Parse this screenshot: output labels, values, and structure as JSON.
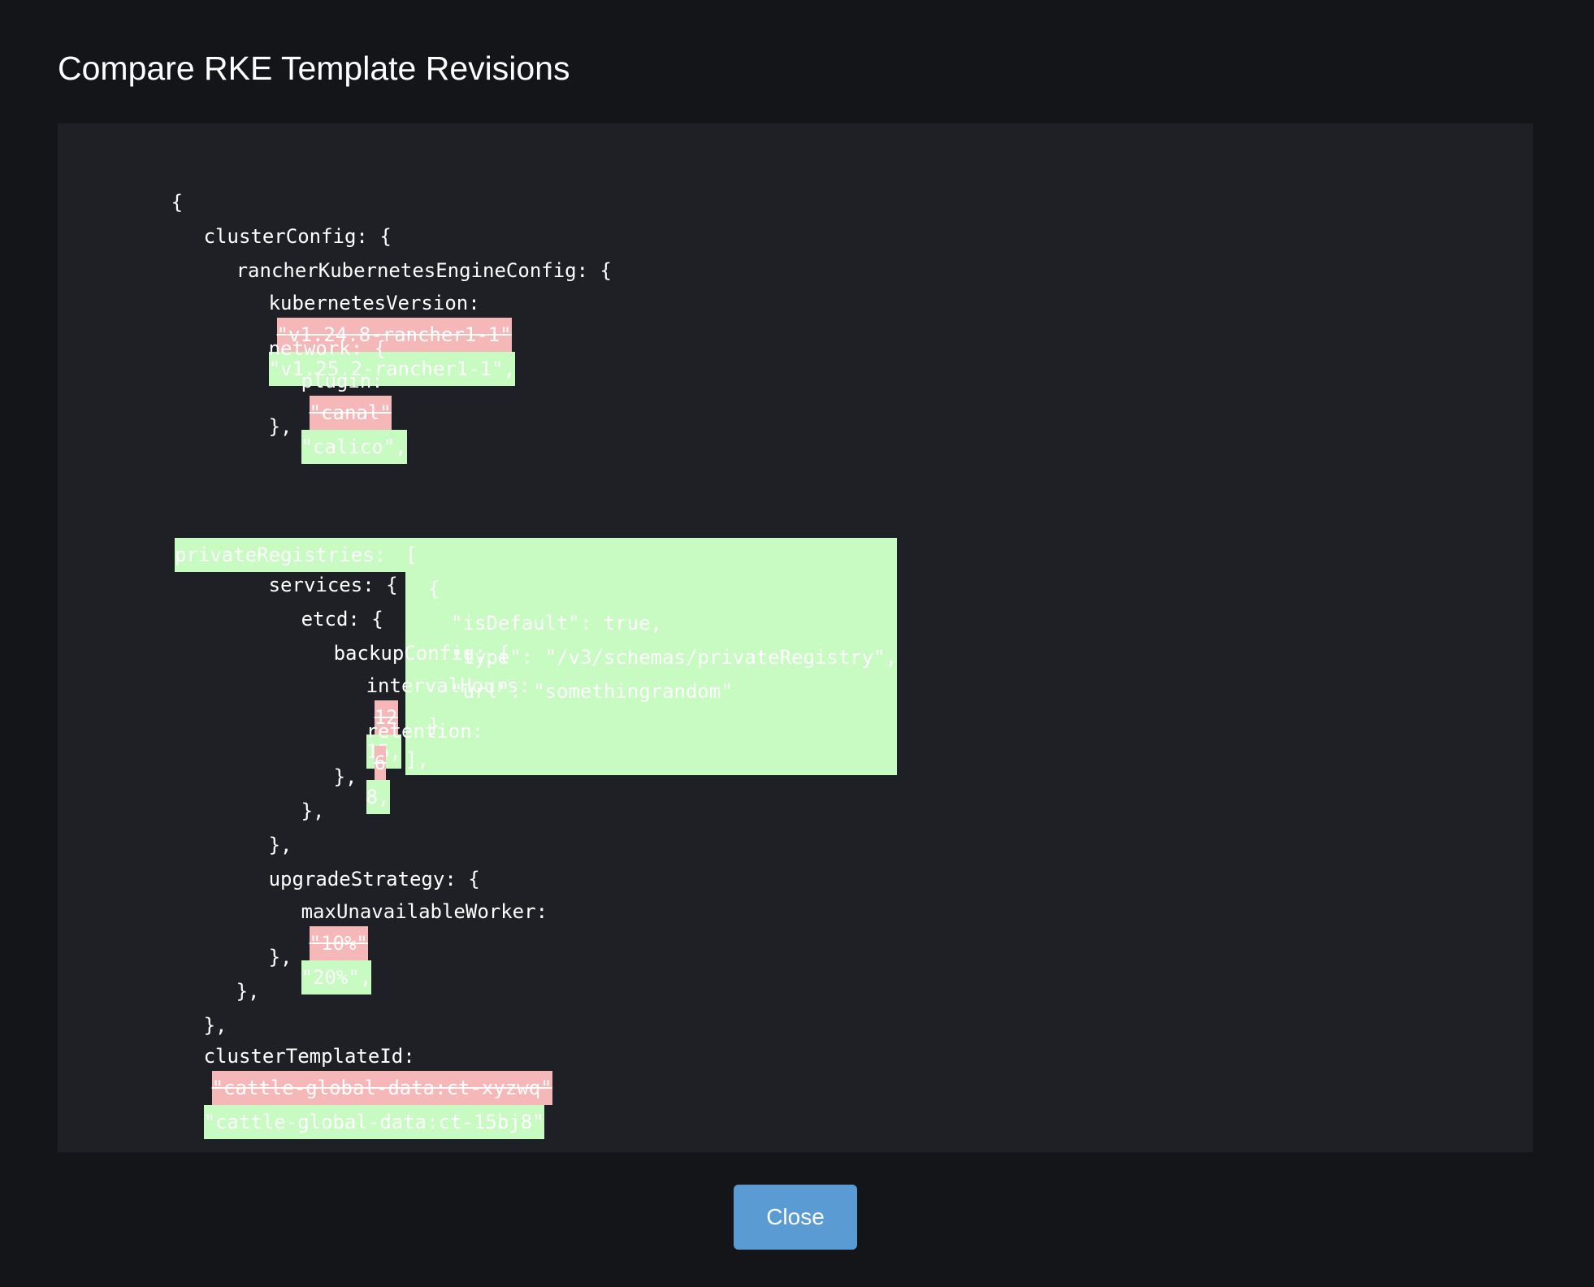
{
  "title": "Compare RKE Template Revisions",
  "close_label": "Close",
  "diff": {
    "open_root": "{",
    "cluster_config": "clusterConfig: {",
    "rke_config": "rancherKubernetesEngineConfig: {",
    "k8s": {
      "key": "kubernetesVersion:",
      "old": "\"v1.24.8-rancher1-1\"",
      "new": "\"v1.25.2-rancher1-1\","
    },
    "network": "network: {",
    "plugin": {
      "key": "plugin:",
      "old": "\"canal\"",
      "new": "\"calico\","
    },
    "close_network": "},",
    "private_registries": {
      "key": "privateRegistries:",
      "open_bracket": "[",
      "open_brace": "{",
      "is_default": "\"isDefault\": true,",
      "type": "\"type\": \"/v3/schemas/privateRegistry\",",
      "url": "\"url\": \"somethingrandom\"",
      "close_brace": "}",
      "close_bracket": "],"
    },
    "services": "services: {",
    "etcd": "etcd: {",
    "backup_config": "backupConfig: {",
    "interval": {
      "key": "intervalHours:",
      "old": "12",
      "new": "15,"
    },
    "retention": {
      "key": "retention:",
      "old": "6",
      "new": "8,"
    },
    "close_backup": "},",
    "close_etcd": "},",
    "close_services": "},",
    "upgrade_strategy": "upgradeStrategy: {",
    "max_unavailable": {
      "key": "maxUnavailableWorker:",
      "old": "\"10%\"",
      "new": "\"20%\","
    },
    "close_upgrade": "},",
    "close_rke": "},",
    "close_cluster": "},",
    "template_id": {
      "key": "clusterTemplateId:",
      "old": "\"cattle-global-data:ct-xyzwq\"",
      "new": "\"cattle-global-data:ct-15bj8\""
    }
  }
}
